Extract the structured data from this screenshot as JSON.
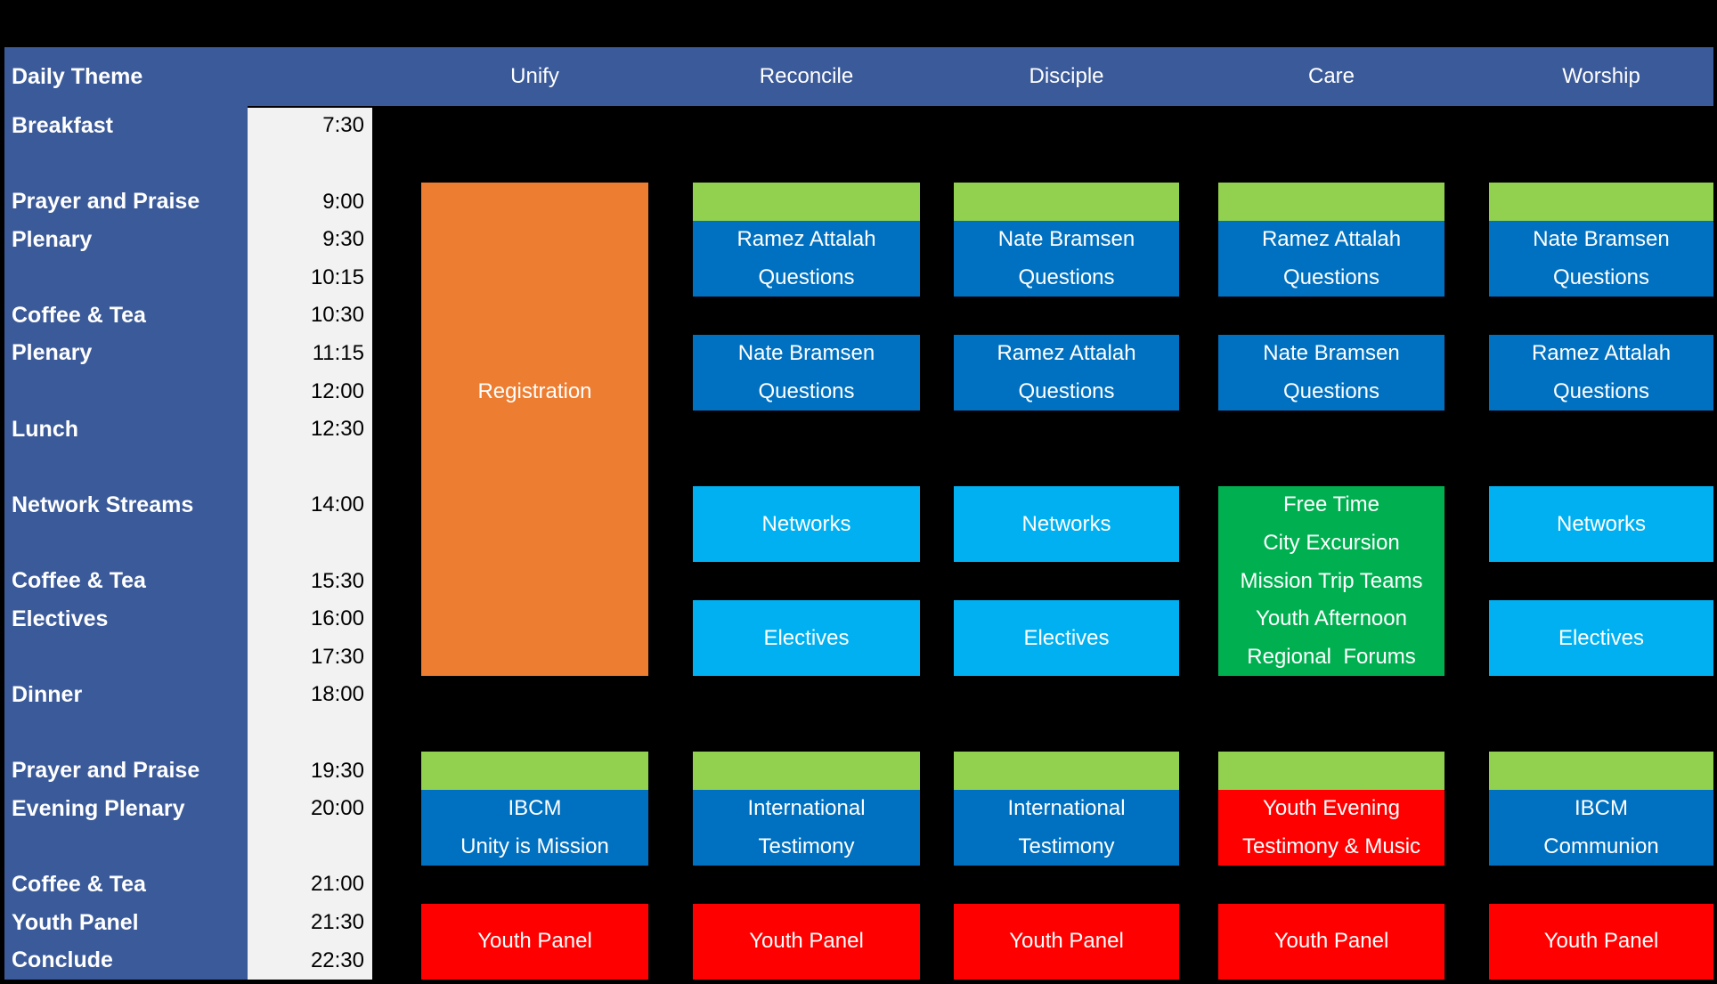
{
  "header": {
    "corner_label": "Daily Theme",
    "day_themes": [
      "Unify",
      "Reconcile",
      "Disciple",
      "Care",
      "Worship"
    ]
  },
  "rows": [
    {
      "label": "Breakfast",
      "time": "7:30"
    },
    {
      "label": "",
      "time": ""
    },
    {
      "label": "Prayer and Praise",
      "time": "9:00"
    },
    {
      "label": "Plenary",
      "time": "9:30"
    },
    {
      "label": "",
      "time": "10:15"
    },
    {
      "label": "Coffee & Tea",
      "time": "10:30"
    },
    {
      "label": "Plenary",
      "time": "11:15"
    },
    {
      "label": "",
      "time": "12:00"
    },
    {
      "label": "Lunch",
      "time": "12:30"
    },
    {
      "label": "",
      "time": ""
    },
    {
      "label": "Network Streams",
      "time": "14:00"
    },
    {
      "label": "",
      "time": ""
    },
    {
      "label": "Coffee & Tea",
      "time": "15:30"
    },
    {
      "label": "Electives",
      "time": "16:00"
    },
    {
      "label": "",
      "time": "17:30"
    },
    {
      "label": "Dinner",
      "time": "18:00"
    },
    {
      "label": "",
      "time": ""
    },
    {
      "label": "Prayer and Praise",
      "time": "19:30"
    },
    {
      "label": "Evening Plenary",
      "time": "20:00"
    },
    {
      "label": "",
      "time": ""
    },
    {
      "label": "Coffee & Tea",
      "time": "21:00"
    },
    {
      "label": "Youth Panel",
      "time": "21:30"
    },
    {
      "label": "Conclude",
      "time": "22:30"
    }
  ],
  "events": [
    {
      "name": "registration",
      "col": 0,
      "row_start": 2,
      "row_end": 14,
      "color": "orange",
      "lines": [
        "Registration"
      ],
      "line_rows": [
        7
      ]
    },
    {
      "name": "ibcm-unity-is-mission",
      "col": 0,
      "cap_row": 17,
      "row_start": 18,
      "row_end": 19,
      "color": "blue",
      "lines": [
        "IBCM",
        "Unity is Mission"
      ],
      "line_rows": [
        18,
        19
      ]
    },
    {
      "name": "youth-panel",
      "col": 0,
      "row_start": 21,
      "row_end": 22,
      "color": "red",
      "lines": [
        "Youth Panel"
      ]
    },
    {
      "name": "ramez-attalah-questions",
      "col": 1,
      "cap_row": 2,
      "row_start": 3,
      "row_end": 4,
      "color": "blue",
      "lines": [
        "Ramez Attalah",
        "Questions"
      ],
      "line_rows": [
        3,
        4
      ]
    },
    {
      "name": "nate-bramsen-questions",
      "col": 1,
      "row_start": 6,
      "row_end": 7,
      "color": "blue",
      "lines": [
        "Nate Bramsen",
        "Questions"
      ],
      "line_rows": [
        6,
        7
      ]
    },
    {
      "name": "networks",
      "col": 1,
      "row_start": 10,
      "row_end": 11,
      "color": "light_blue",
      "lines": [
        "Networks"
      ]
    },
    {
      "name": "electives",
      "col": 1,
      "row_start": 13,
      "row_end": 14,
      "color": "light_blue",
      "lines": [
        "Electives"
      ]
    },
    {
      "name": "international-testimony",
      "col": 1,
      "cap_row": 17,
      "row_start": 18,
      "row_end": 19,
      "color": "blue",
      "lines": [
        "International",
        "Testimony"
      ],
      "line_rows": [
        18,
        19
      ]
    },
    {
      "name": "youth-panel",
      "col": 1,
      "row_start": 21,
      "row_end": 22,
      "color": "red",
      "lines": [
        "Youth Panel"
      ]
    },
    {
      "name": "nate-bramsen-questions",
      "col": 2,
      "cap_row": 2,
      "row_start": 3,
      "row_end": 4,
      "color": "blue",
      "lines": [
        "Nate Bramsen",
        "Questions"
      ],
      "line_rows": [
        3,
        4
      ]
    },
    {
      "name": "ramez-attalah-questions",
      "col": 2,
      "row_start": 6,
      "row_end": 7,
      "color": "blue",
      "lines": [
        "Ramez Attalah",
        "Questions"
      ],
      "line_rows": [
        6,
        7
      ]
    },
    {
      "name": "networks",
      "col": 2,
      "row_start": 10,
      "row_end": 11,
      "color": "light_blue",
      "lines": [
        "Networks"
      ]
    },
    {
      "name": "electives",
      "col": 2,
      "row_start": 13,
      "row_end": 14,
      "color": "light_blue",
      "lines": [
        "Electives"
      ]
    },
    {
      "name": "international-testimony",
      "col": 2,
      "cap_row": 17,
      "row_start": 18,
      "row_end": 19,
      "color": "blue",
      "lines": [
        "International",
        "Testimony"
      ],
      "line_rows": [
        18,
        19
      ]
    },
    {
      "name": "youth-panel",
      "col": 2,
      "row_start": 21,
      "row_end": 22,
      "color": "red",
      "lines": [
        "Youth Panel"
      ]
    },
    {
      "name": "ramez-attalah-questions",
      "col": 3,
      "cap_row": 2,
      "row_start": 3,
      "row_end": 4,
      "color": "blue",
      "lines": [
        "Ramez Attalah",
        "Questions"
      ],
      "line_rows": [
        3,
        4
      ]
    },
    {
      "name": "nate-bramsen-questions",
      "col": 3,
      "row_start": 6,
      "row_end": 7,
      "color": "blue",
      "lines": [
        "Nate Bramsen",
        "Questions"
      ],
      "line_rows": [
        6,
        7
      ]
    },
    {
      "name": "free-time-afternoon",
      "col": 3,
      "row_start": 10,
      "row_end": 14,
      "color": "green",
      "lines": [
        "Free Time",
        "City Excursion",
        "Mission Trip Teams",
        "Youth Afternoon",
        "Regional  Forums"
      ],
      "line_rows": [
        10,
        11,
        12,
        13,
        14
      ]
    },
    {
      "name": "youth-evening-testimony-music",
      "col": 3,
      "cap_row": 17,
      "row_start": 18,
      "row_end": 19,
      "color": "red",
      "lines": [
        "Youth Evening",
        "Testimony & Music"
      ],
      "line_rows": [
        18,
        19
      ]
    },
    {
      "name": "youth-panel",
      "col": 3,
      "row_start": 21,
      "row_end": 22,
      "color": "red",
      "lines": [
        "Youth Panel"
      ]
    },
    {
      "name": "nate-bramsen-questions",
      "col": 4,
      "cap_row": 2,
      "row_start": 3,
      "row_end": 4,
      "color": "blue",
      "lines": [
        "Nate Bramsen",
        "Questions"
      ],
      "line_rows": [
        3,
        4
      ]
    },
    {
      "name": "ramez-attalah-questions",
      "col": 4,
      "row_start": 6,
      "row_end": 7,
      "color": "blue",
      "lines": [
        "Ramez Attalah",
        "Questions"
      ],
      "line_rows": [
        6,
        7
      ]
    },
    {
      "name": "networks",
      "col": 4,
      "row_start": 10,
      "row_end": 11,
      "color": "light_blue",
      "lines": [
        "Networks"
      ]
    },
    {
      "name": "electives",
      "col": 4,
      "row_start": 13,
      "row_end": 14,
      "color": "light_blue",
      "lines": [
        "Electives"
      ]
    },
    {
      "name": "ibcm-communion",
      "col": 4,
      "cap_row": 17,
      "row_start": 18,
      "row_end": 19,
      "color": "blue",
      "lines": [
        "IBCM",
        "Communion"
      ],
      "line_rows": [
        18,
        19
      ]
    },
    {
      "name": "youth-panel",
      "col": 4,
      "row_start": 21,
      "row_end": 22,
      "color": "red",
      "lines": [
        "Youth Panel"
      ]
    }
  ],
  "colors": {
    "background": "#000000",
    "panel_blue": "#3B5A99",
    "time_column_bg": "#F2F2F2",
    "time_text": "#000000",
    "text_light": "#FFFFFF",
    "orange": "#ED7D31",
    "cap_green": "#92D050",
    "blue": "#0070C0",
    "light_blue": "#00B0F0",
    "green": "#00B050",
    "red": "#FF0000"
  }
}
